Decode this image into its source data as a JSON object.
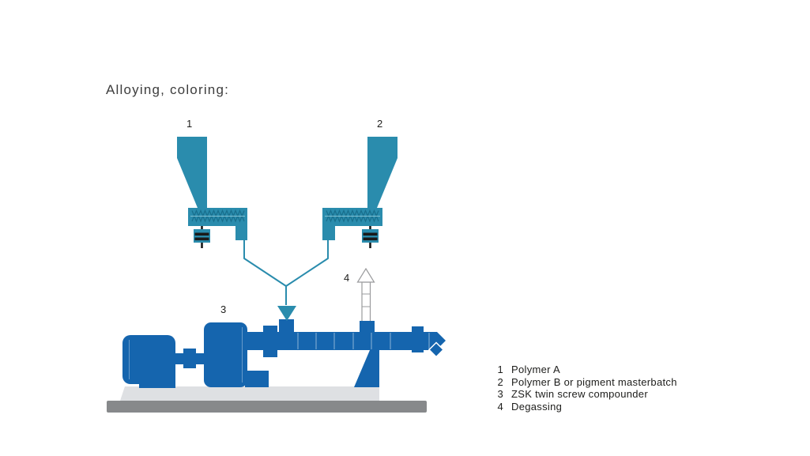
{
  "title": "Alloying, coloring:",
  "markers": {
    "hopper_a": "1",
    "hopper_b": "2",
    "compounder": "3",
    "degassing": "4"
  },
  "legend": {
    "items": [
      {
        "num": "1",
        "label": "Polymer A"
      },
      {
        "num": "2",
        "label": "Polymer B or pigment masterbatch"
      },
      {
        "num": "3",
        "label": "ZSK twin screw compounder"
      },
      {
        "num": "4",
        "label": "Degassing"
      }
    ]
  },
  "colors": {
    "teal": "#2a8cad",
    "teal_dark": "#186e8c",
    "teal_light": "#7fc0d2",
    "machine_blue": "#1565ae",
    "base_gray": "#dee0e3",
    "floor_gray": "#87898b",
    "outline_gray": "#9a9b9d",
    "ink_black": "#1d1d1b",
    "title_gray": "#3d3d3d"
  }
}
